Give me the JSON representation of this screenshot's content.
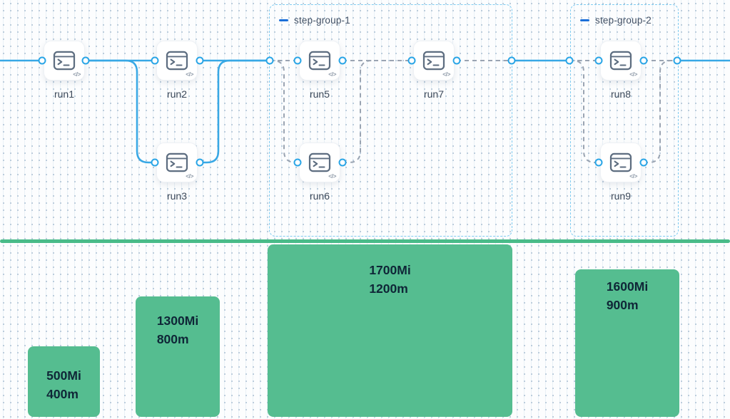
{
  "groups": [
    {
      "label": "step-group-1"
    },
    {
      "label": "step-group-2"
    }
  ],
  "nodes": [
    {
      "label": "run1"
    },
    {
      "label": "run2"
    },
    {
      "label": "run3"
    },
    {
      "label": "run5"
    },
    {
      "label": "run6"
    },
    {
      "label": "run7"
    },
    {
      "label": "run8"
    },
    {
      "label": "run9"
    }
  ],
  "bars": [
    {
      "memory": "500Mi",
      "cpu": "400m"
    },
    {
      "memory": "1300Mi",
      "cpu": "800m"
    },
    {
      "memory": "1700Mi",
      "cpu": "1200m"
    },
    {
      "memory": "1600Mi",
      "cpu": "900m"
    }
  ],
  "icons": {
    "node_icon": "terminal-icon",
    "code_glyph": "</>",
    "collapse_icon": "minus-dash"
  },
  "colors": {
    "edge_blue": "#38a8e5",
    "edge_gray": "#9aa4b2",
    "group_border": "#7ecbf1",
    "collapse_dash": "#1b6fd8",
    "port_ring": "#2aa5e6",
    "bar_green": "#55bd90",
    "divider_green": "#49bb89",
    "bar_text": "#0f2637"
  }
}
